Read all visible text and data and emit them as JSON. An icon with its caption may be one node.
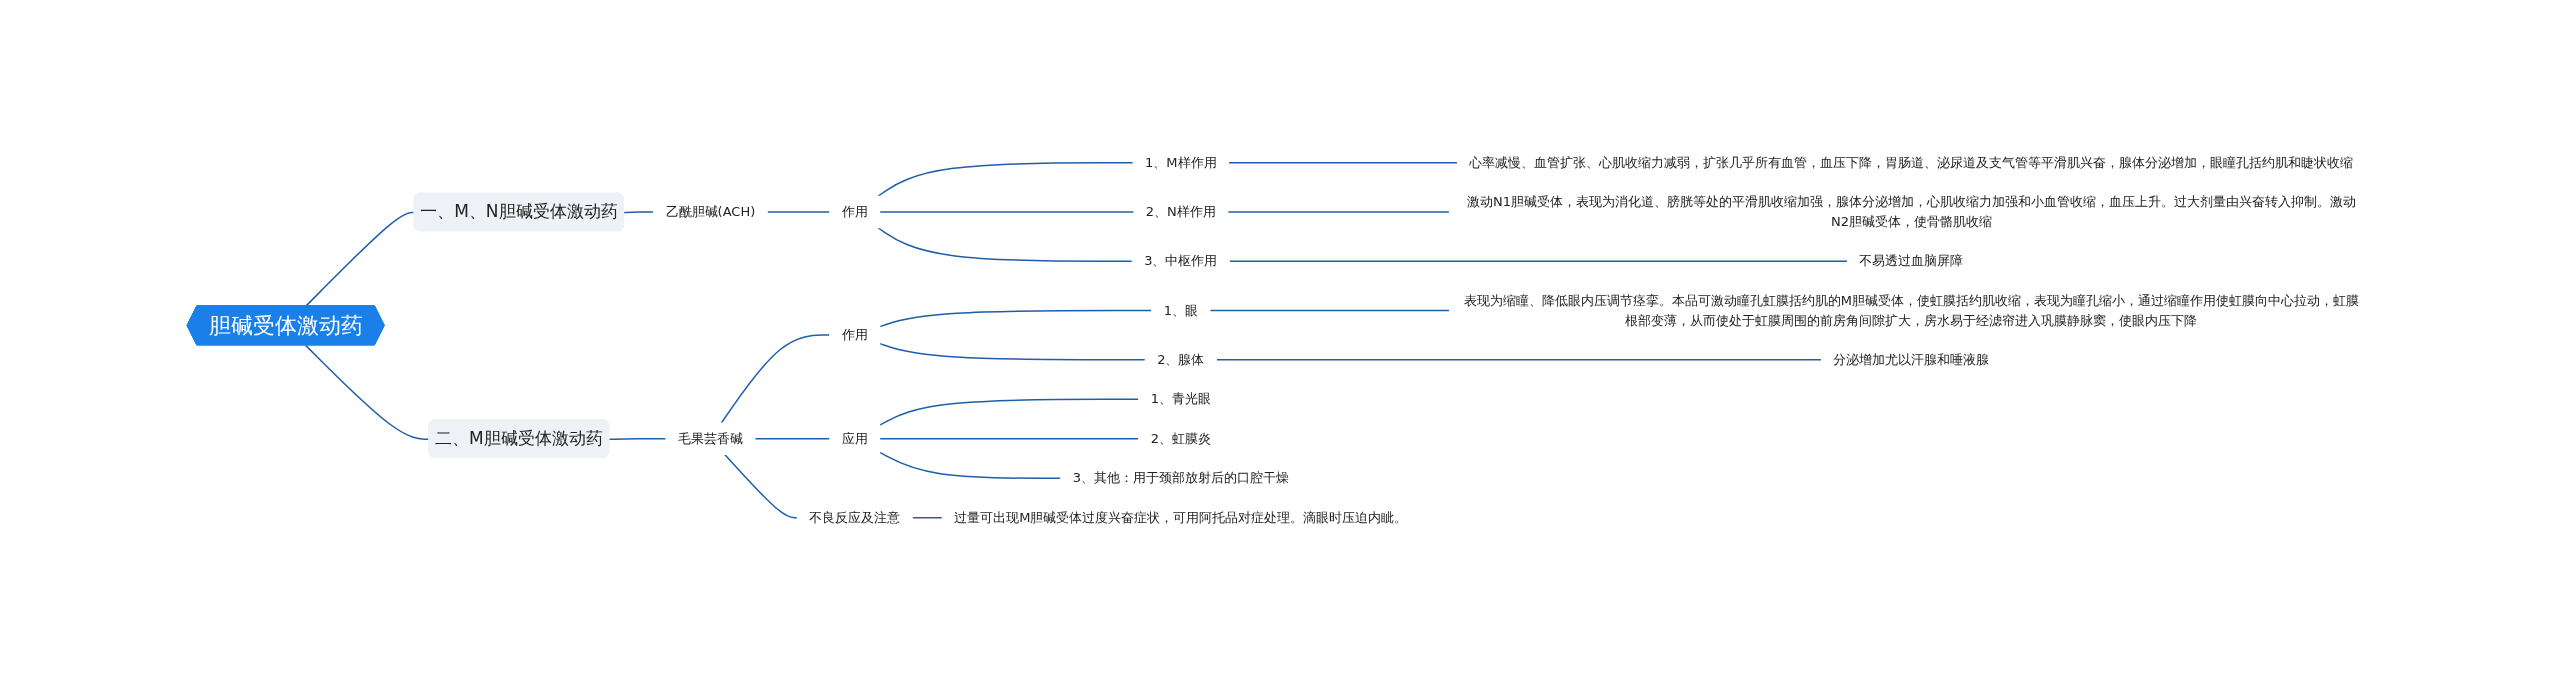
{
  "diagram": {
    "nodes": [
      {
        "text": [
          "胆碱受体激动药"
        ]
      },
      {
        "text": [
          "一、M、N胆碱受体激动药"
        ]
      },
      {
        "text": [
          "乙酰胆碱(ACH)"
        ]
      },
      {
        "text": [
          "作用"
        ]
      },
      {
        "text": [
          "1、M样作用"
        ]
      },
      {
        "text": [
          "心率减慢、血管扩张、心肌收缩力减弱，扩张几乎所有血管，血压下降，胃肠道、泌尿道及支气管等平滑肌兴奋，腺体分泌增加，眼瞳孔括约肌和睫状收缩"
        ]
      },
      {
        "text": [
          "2、N样作用"
        ]
      },
      {
        "text": [
          "激动N1胆碱受体，表现为消化道、膀胱等处的平滑肌收缩加强，腺体分泌增加，心肌收缩力加强和小血管收缩，血压上升。过大剂量由兴奋转入抑制。激动N2胆碱受体，使骨骼肌收缩"
        ]
      },
      {
        "text": [
          "3、中枢作用"
        ]
      },
      {
        "text": [
          "不易透过血脑屏障"
        ]
      },
      {
        "text": [
          "二、M胆碱受体激动药"
        ]
      },
      {
        "text": [
          "毛果芸香碱"
        ]
      },
      {
        "text": [
          "作用"
        ]
      },
      {
        "text": [
          "1、眼"
        ]
      },
      {
        "text": [
          "表现为缩瞳、降低眼内压调节痉挛。本品可激动瞳孔虹膜括约肌的M胆碱受体，使虹膜括约肌收缩，表现为瞳孔缩小，通过缩瞳作用使虹膜向中心拉动，虹膜根部变薄，从而使处于虹膜周围的前房角间隙扩大，房水易于经滤帘进入巩膜静脉窦，使眼内压下降"
        ]
      },
      {
        "text": [
          "2、腺体"
        ]
      },
      {
        "text": [
          "分泌增加尤以汗腺和唾液腺"
        ]
      },
      {
        "text": [
          "应用"
        ]
      },
      {
        "text": [
          "1、青光眼"
        ]
      },
      {
        "text": [
          "2、虹膜炎"
        ]
      },
      {
        "text": [
          "3、其他：用于颈部放射后的口腔干燥"
        ]
      },
      {
        "text": [
          "不良反应及注意"
        ]
      },
      {
        "text": [
          "过量可出现M胆碱受体过度兴奋症状，可用阿托品对症处理。滴眼时压迫内眦。"
        ]
      }
    ],
    "edges": [
      {
        "from": 0,
        "to": 1,
        "arrow": "none"
      },
      {
        "from": 1,
        "to": 2,
        "arrow": "none"
      },
      {
        "from": 2,
        "to": 3,
        "arrow": "none"
      },
      {
        "from": 3,
        "to": 4,
        "arrow": "none"
      },
      {
        "from": 4,
        "to": 5,
        "arrow": "none"
      },
      {
        "from": 3,
        "to": 6,
        "arrow": "none"
      },
      {
        "from": 6,
        "to": 7,
        "arrow": "none"
      },
      {
        "from": 3,
        "to": 8,
        "arrow": "none"
      },
      {
        "from": 8,
        "to": 9,
        "arrow": "none"
      },
      {
        "from": 0,
        "to": 10,
        "arrow": "none"
      },
      {
        "from": 10,
        "to": 11,
        "arrow": "none"
      },
      {
        "from": 11,
        "to": 12,
        "arrow": "none"
      },
      {
        "from": 12,
        "to": 13,
        "arrow": "none"
      },
      {
        "from": 13,
        "to": 14,
        "arrow": "none"
      },
      {
        "from": 12,
        "to": 15,
        "arrow": "none"
      },
      {
        "from": 15,
        "to": 16,
        "arrow": "none"
      },
      {
        "from": 11,
        "to": 17,
        "arrow": "none"
      },
      {
        "from": 17,
        "to": 18,
        "arrow": "none"
      },
      {
        "from": 17,
        "to": 19,
        "arrow": "none"
      },
      {
        "from": 17,
        "to": 20,
        "arrow": "none"
      },
      {
        "from": 11,
        "to": 21,
        "arrow": "none"
      },
      {
        "from": 21,
        "to": 22,
        "arrow": "none"
      }
    ]
  }
}
